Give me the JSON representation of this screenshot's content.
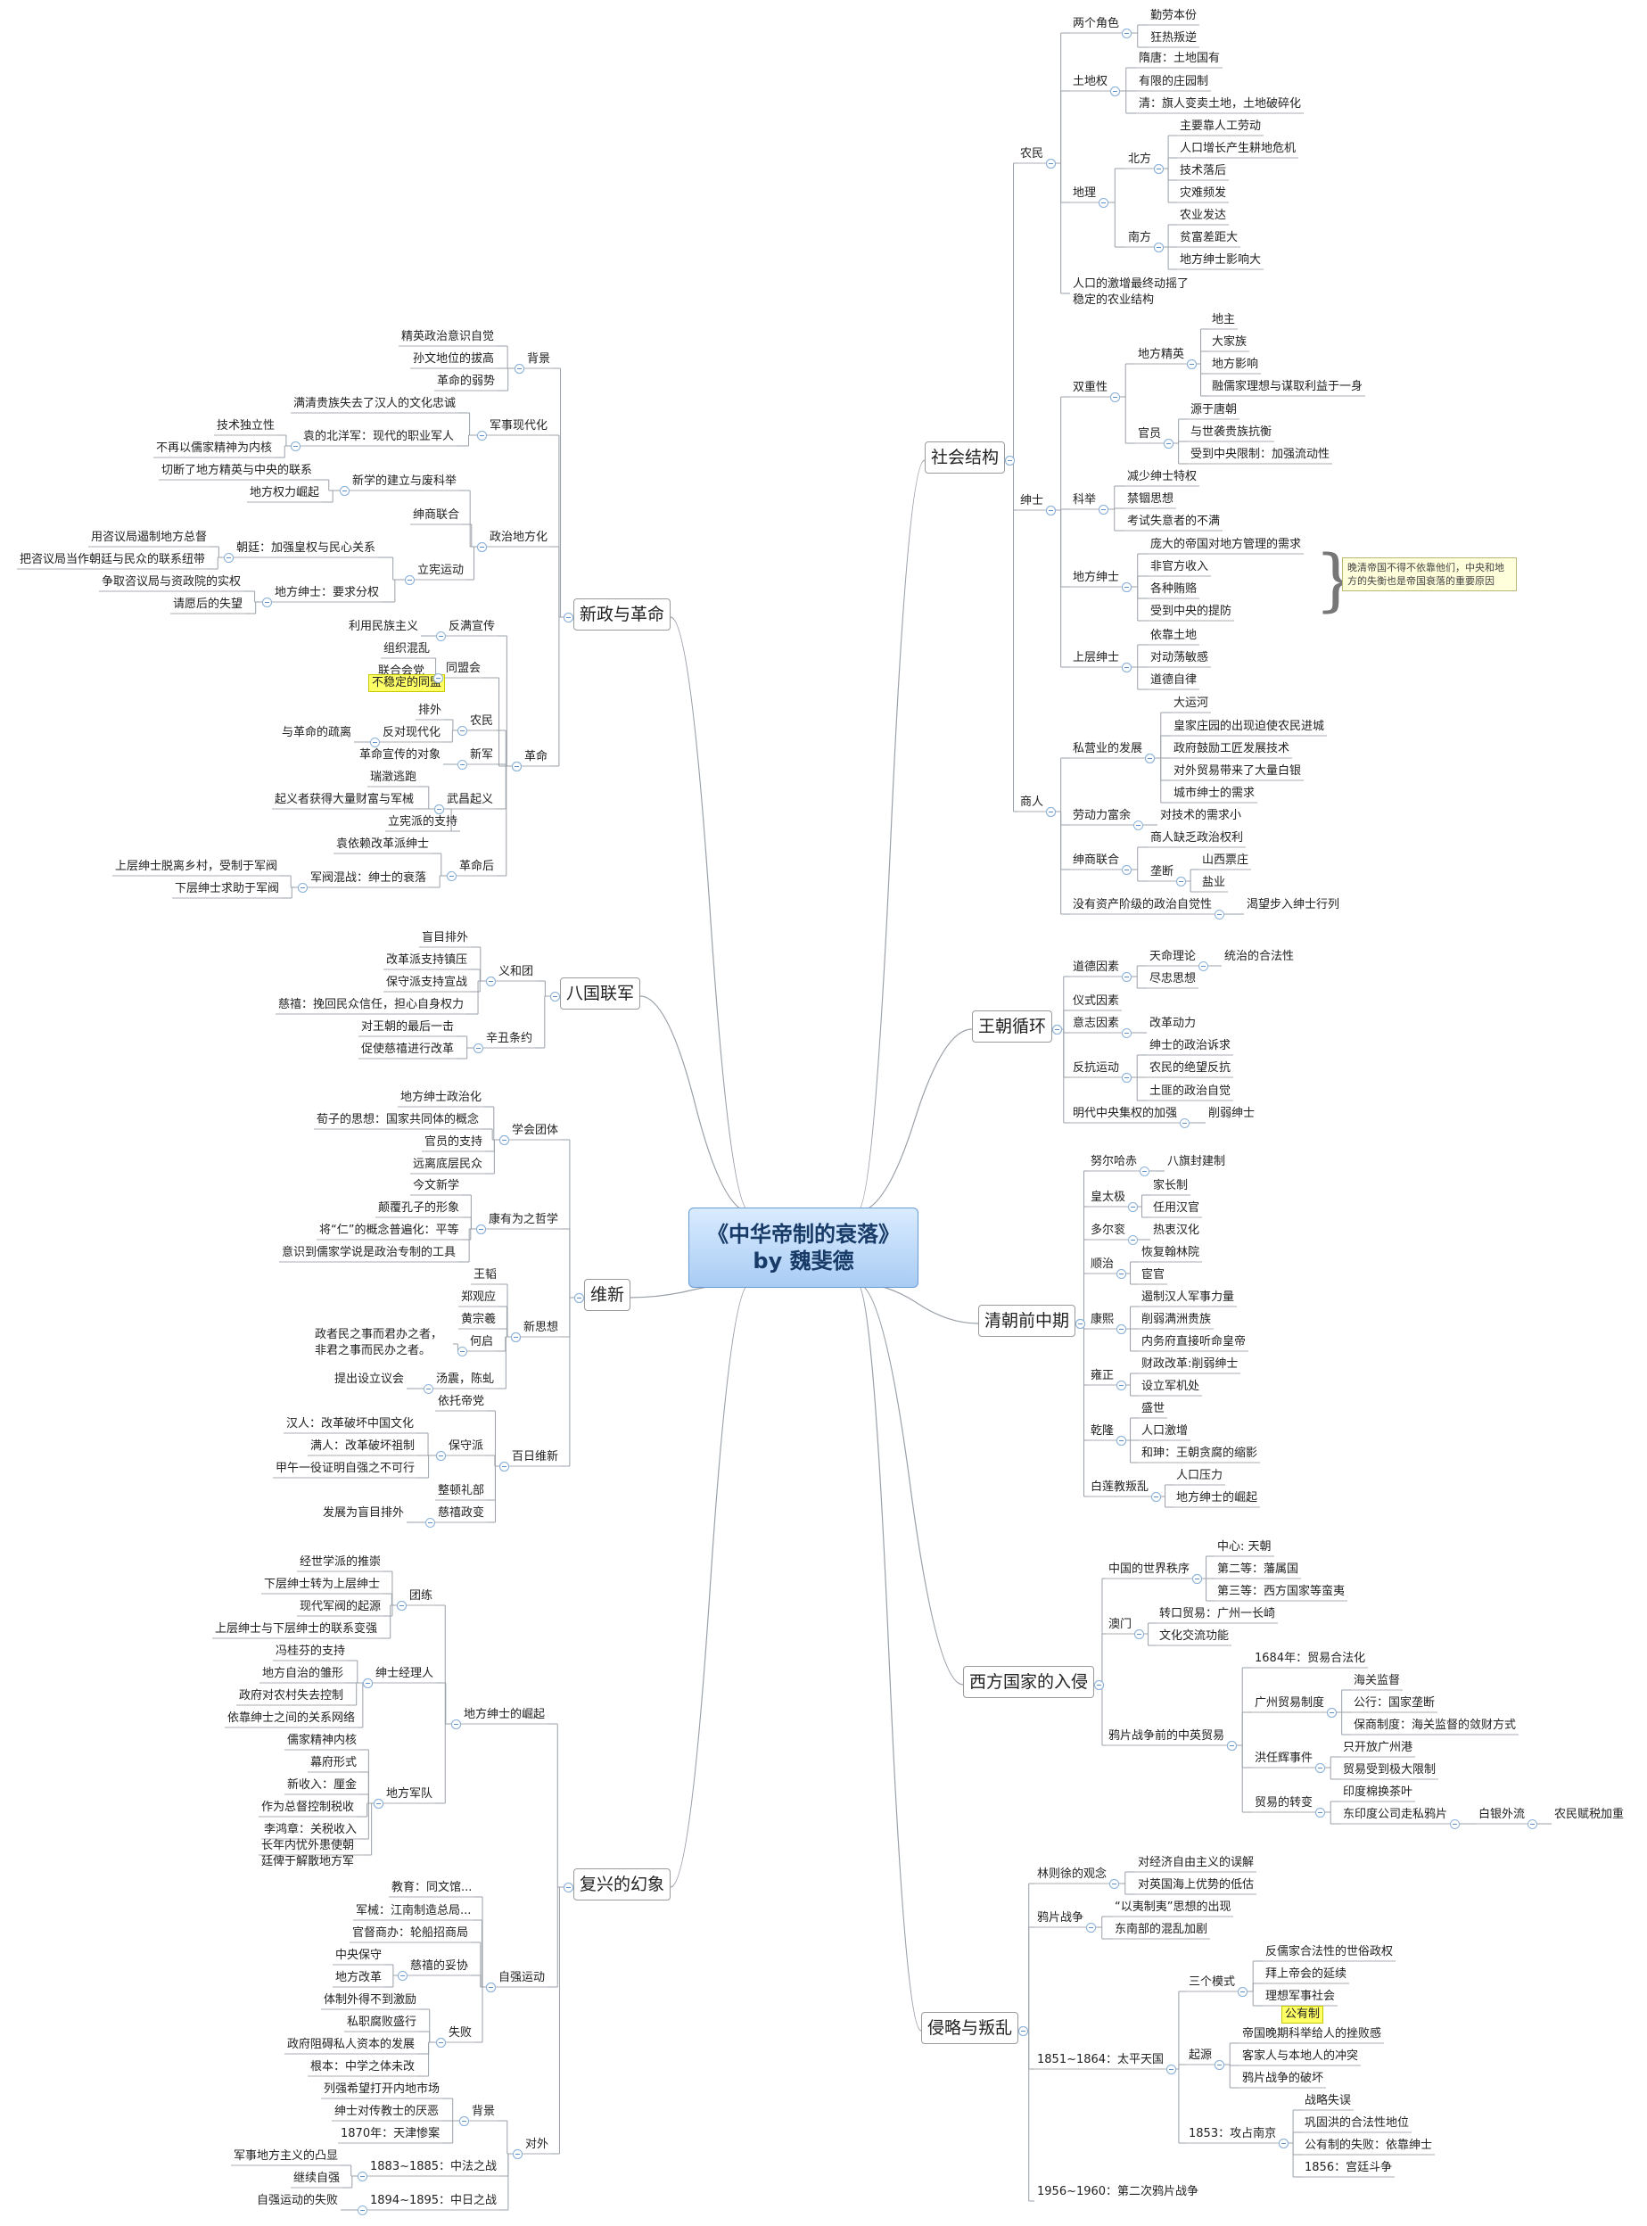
{
  "central": {
    "line1": "《中华帝制的衰落》",
    "line2": "by 魏斐德"
  },
  "callout": "晚清帝国不得不依靠他们，中央和地方的失衡也是帝国衰落的重要原因",
  "branches": {
    "shehui": {
      "label": "社会结构",
      "nongmin": {
        "label": "农民",
        "jiaose": {
          "label": "两个角色",
          "items": [
            "勤劳本份",
            "狂热叛逆"
          ]
        },
        "tudiquan": {
          "label": "土地权",
          "items": [
            "隋唐：土地国有",
            "有限的庄园制",
            "清：旗人变卖土地，土地破碎化"
          ]
        },
        "dili": {
          "label": "地理",
          "bei": {
            "label": "北方",
            "items": [
              "主要靠人工劳动",
              "人口增长产生耕地危机",
              "技术落后",
              "灾难频发"
            ]
          },
          "nan": {
            "label": "南方",
            "items": [
              "农业发达",
              "贫富差距大",
              "地方绅士影响大"
            ]
          }
        },
        "renkou": "人口的激增最终动摇了稳定的农业结构"
      },
      "shenshi": {
        "label": "绅士",
        "shuangchong": {
          "label": "双重性",
          "difang": {
            "label": "地方精英",
            "items": [
              "地主",
              "大家族",
              "地方影响",
              "融儒家理想与谋取利益于一身"
            ]
          },
          "guanyuan": {
            "label": "官员",
            "items": [
              "源于唐朝",
              "与世袭贵族抗衡",
              "受到中央限制：加强流动性"
            ]
          }
        },
        "keju": {
          "label": "科举",
          "items": [
            "减少绅士特权",
            "禁锢思想",
            "考试失意者的不满"
          ]
        },
        "difangshenshi": {
          "label": "地方绅士",
          "items": [
            "庞大的帝国对地方管理的需求",
            "非官方收入",
            "各种贿赂",
            "受到中央的提防"
          ]
        },
        "shangceng": {
          "label": "上层绅士",
          "items": [
            "依靠土地",
            "对动荡敏感",
            "道德自律"
          ]
        }
      },
      "shangren": {
        "label": "商人",
        "siying": {
          "label": "私营业的发展",
          "items": [
            "大运河",
            "皇家庄园的出现迫使农民进城",
            "政府鼓励工匠发展技术",
            "对外贸易带来了大量白银",
            "城市绅士的需求"
          ]
        },
        "laodongli": {
          "label": "劳动力富余",
          "child": "对技术的需求小"
        },
        "shenshang": {
          "label": "绅商联合",
          "item1": "商人缺乏政治权利",
          "longduan": {
            "label": "垄断",
            "items": [
              "山西票庄",
              "盐业"
            ]
          }
        },
        "zichan": {
          "label": "没有资产阶级的政治自觉性",
          "child": "渴望步入绅士行列"
        }
      }
    },
    "wangchao": {
      "label": "王朝循环",
      "daode": {
        "label": "道德因素",
        "tianming": {
          "label": "天命理论",
          "child": "统治的合法性"
        },
        "item": "尽忠思想"
      },
      "yishi": "仪式因素",
      "yizhi": {
        "label": "意志因素",
        "child": "改革动力"
      },
      "fankang": {
        "label": "反抗运动",
        "items": [
          "绅士的政治诉求",
          "农民的绝望反抗",
          "土匪的政治自觉"
        ]
      },
      "mingdai": {
        "label": "明代中央集权的加强",
        "child": "削弱绅士"
      }
    },
    "qingchao": {
      "label": "清朝前中期",
      "nurhachi": {
        "label": "努尔哈赤",
        "child": "八旗封建制"
      },
      "huangtaiji": {
        "label": "皇太极",
        "items": [
          "家长制",
          "任用汉官"
        ]
      },
      "duoergun": {
        "label": "多尔衮",
        "child": "热衷汉化"
      },
      "shunzhi": {
        "label": "顺治",
        "items": [
          "恢复翰林院",
          "宦官"
        ]
      },
      "kangxi": {
        "label": "康熙",
        "items": [
          "遏制汉人军事力量",
          "削弱满洲贵族",
          "内务府直接听命皇帝"
        ]
      },
      "yongzheng": {
        "label": "雍正",
        "items": [
          "财政改革:削弱绅士",
          "设立军机处"
        ]
      },
      "qianlong": {
        "label": "乾隆",
        "items": [
          "盛世",
          "人口激增",
          "和珅：王朝贪腐的缩影"
        ]
      },
      "bailian": {
        "label": "白莲教叛乱",
        "items": [
          "人口压力",
          "地方绅士的崛起"
        ]
      }
    },
    "xifang": {
      "label": "西方国家的入侵",
      "zhixu": {
        "label": "中国的世界秩序",
        "items": [
          "中心: 天朝",
          "第二等：藩属国",
          "第三等：西方国家等蛮夷"
        ]
      },
      "aomen": {
        "label": "澳门",
        "items": [
          "转口贸易：广州一长崎",
          "文化交流功能"
        ]
      },
      "yapian": {
        "label": "鸦片战争前的中英贸易",
        "i1684": "1684年：贸易合法化",
        "guangzhou": {
          "label": "广州贸易制度",
          "items": [
            "海关监督",
            "公行：国家垄断",
            "保商制度：海关监督的敛财方式"
          ]
        },
        "hongrenhui": {
          "label": "洪任辉事件",
          "items": [
            "只开放广州港",
            "贸易受到极大限制"
          ]
        },
        "zhuanbian": {
          "label": "贸易的转变",
          "item1": "印度棉换茶叶",
          "donyin": "东印度公司走私鸦片",
          "baiyin": "白银外流",
          "nongmin": "农民赋税加重"
        }
      }
    },
    "qinlue": {
      "label": "侵略与叛乱",
      "lin": {
        "label": "林则徐的观念",
        "items": [
          "对经济自由主义的误解",
          "对英国海上优势的低估"
        ]
      },
      "yapianzhanzheng": {
        "label": "鸦片战争",
        "items": [
          "“以夷制夷”思想的出现",
          "东南部的混乱加剧"
        ]
      },
      "taiping": {
        "label": "1851~1864：太平天国",
        "sange": {
          "label": "三个模式",
          "items": [
            "反儒家合法性的世俗政权",
            "拜上帝会的延续",
            "理想军事社会"
          ],
          "gongyou": "公有制"
        },
        "qiyuan": {
          "label": "起源",
          "items": [
            "帝国晚期科举给人的挫败感",
            "客家人与本地人的冲突",
            "鸦片战争的破坏"
          ]
        },
        "nanjing": {
          "label": "1853：攻占南京",
          "items": [
            "战略失误",
            "巩固洪的合法性地位",
            "公有制的失败：依靠绅士",
            "1856：宫廷斗争"
          ]
        }
      },
      "dierci": "1956~1960：第二次鸦片战争"
    },
    "xinzheng": {
      "label": "新政与革命",
      "beijing": {
        "label": "背景",
        "items": [
          "精英政治意识自觉",
          "孙文地位的拔高",
          "革命的弱势"
        ]
      },
      "junshi": {
        "label": "军事现代化",
        "item1": "满清贵族失去了汉人的文化忠诚",
        "yuan": {
          "label": "袁的北洋军：现代的职业军人",
          "items": [
            "技术独立性",
            "不再以儒家精神为内核"
          ]
        }
      },
      "zhengzhi": {
        "label": "政治地方化",
        "xinxue": {
          "label": "新学的建立与废科举",
          "items": [
            "切断了地方精英与中央的联系",
            "地方权力崛起"
          ]
        },
        "shenshang": "绅商联合",
        "lixian": {
          "label": "立宪运动",
          "chaoting": {
            "label": "朝廷：加强皇权与民心关系",
            "items": [
              "用咨议局遏制地方总督",
              "把咨议局当作朝廷与民众的联系纽带"
            ]
          },
          "difang": {
            "label": "地方绅士：要求分权",
            "items": [
              "争取咨议局与资政院的实权",
              "请愿后的失望"
            ]
          }
        }
      },
      "geming": {
        "label": "革命",
        "fanman": {
          "label": "反满宣传",
          "child": "利用民族主义"
        },
        "tongmeng": {
          "label": "同盟会",
          "items": [
            "组织混乱",
            "联合会党"
          ],
          "hl": "不稳定的同盟"
        },
        "nongmin": {
          "label": "农民",
          "paiwai": "排外",
          "fandui": {
            "label": "反对现代化",
            "child": "与革命的疏离"
          }
        },
        "xinjun": {
          "label": "新军",
          "child": "革命宣传的对象"
        },
        "wuchang": {
          "label": "武昌起义",
          "items": [
            "瑞澂逃跑",
            "起义者获得大量财富与军械",
            "立宪派的支持"
          ]
        },
        "geminghou": {
          "label": "革命后",
          "item1": "袁依赖改革派绅士",
          "junfa": {
            "label": "军阀混战：绅士的衰落",
            "items": [
              "上层绅士脱离乡村，受制于军阀",
              "下层绅士求助于军阀"
            ]
          }
        }
      }
    },
    "baguo": {
      "label": "八国联军",
      "yihetuan": {
        "label": "义和团",
        "items": [
          "盲目排外",
          "改革派支持镇压",
          "保守派支持宣战",
          "慈禧：挽回民众信任，担心自身权力"
        ]
      },
      "xinchou": {
        "label": "辛丑条约",
        "items": [
          "对王朝的最后一击",
          "促使慈禧进行改革"
        ]
      }
    },
    "weixin": {
      "label": "维新",
      "xuehui": {
        "label": "学会团体",
        "items": [
          "地方绅士政治化",
          "荀子的思想：国家共同体的概念",
          "官员的支持",
          "远离底层民众"
        ]
      },
      "kang": {
        "label": "康有为之哲学",
        "items": [
          "今文新学",
          "颠覆孔子的形象",
          "将“仁”的概念普遍化：平等",
          "意识到儒家学说是政治专制的工具"
        ]
      },
      "xinsixiang": {
        "label": "新思想",
        "items": [
          "王韬",
          "郑观应",
          "黄宗羲"
        ],
        "heqi": {
          "label": "何启",
          "child": "政者民之事而君办之者，非君之事而民办之者。"
        },
        "tangzhen": {
          "label": "汤震，陈虬",
          "child": "提出设立议会"
        }
      },
      "bairi": {
        "label": "百日维新",
        "item1": "依托帝党",
        "baoshou": {
          "label": "保守派",
          "items": [
            "汉人：改革破坏中国文化",
            "满人：改革破坏祖制",
            "甲午一役证明自强之不可行"
          ]
        },
        "item2": "整顿礼部",
        "cixi": {
          "label": "慈禧政变",
          "child": "发展为盲目排外"
        }
      }
    },
    "fuxing": {
      "label": "复兴的幻象",
      "jueqi": {
        "label": "地方绅士的崛起",
        "tuanlian": {
          "label": "团练",
          "items": [
            "经世学派的推崇",
            "下层绅士转为上层绅士",
            "现代军阀的起源",
            "上层绅士与下层绅士的联系变强"
          ]
        },
        "jingli": {
          "label": "绅士经理人",
          "items": [
            "冯桂芬的支持",
            "地方自治的雏形",
            "政府对农村失去控制",
            "依靠绅士之间的关系网络"
          ]
        },
        "junji": {
          "label": "地方军队",
          "items": [
            "儒家精神内核",
            "幕府形式",
            "新收入：厘金",
            "作为总督控制税收",
            "李鸿章：关税收入",
            "长年内忧外患使朝廷俾于解散地方军"
          ]
        }
      },
      "ziqiang": {
        "label": "自强运动",
        "items": [
          "教育：同文馆...",
          "军械：江南制造总局...",
          "官督商办：轮船招商局"
        ],
        "tuoxie": {
          "label": "慈禧的妥协",
          "items": [
            "中央保守",
            "地方改革"
          ]
        },
        "shibai": {
          "label": "失败",
          "items": [
            "体制外得不到激励",
            "私职腐败盛行",
            "政府阻碍私人资本的发展",
            "根本：中学之体未改"
          ]
        }
      },
      "duiwai": {
        "label": "对外",
        "bj": {
          "label": "背景",
          "items": [
            "列强希望打开内地市场",
            "绅士对传教士的厌恶",
            "1870年：天津惨案"
          ]
        },
        "zhongfa": {
          "label": "1883~1885：中法之战",
          "items": [
            "军事地方主义的凸显",
            "继续自强"
          ]
        },
        "zhongri": {
          "label": "1894~1895：中日之战",
          "child": "自强运动的失败"
        }
      }
    }
  }
}
